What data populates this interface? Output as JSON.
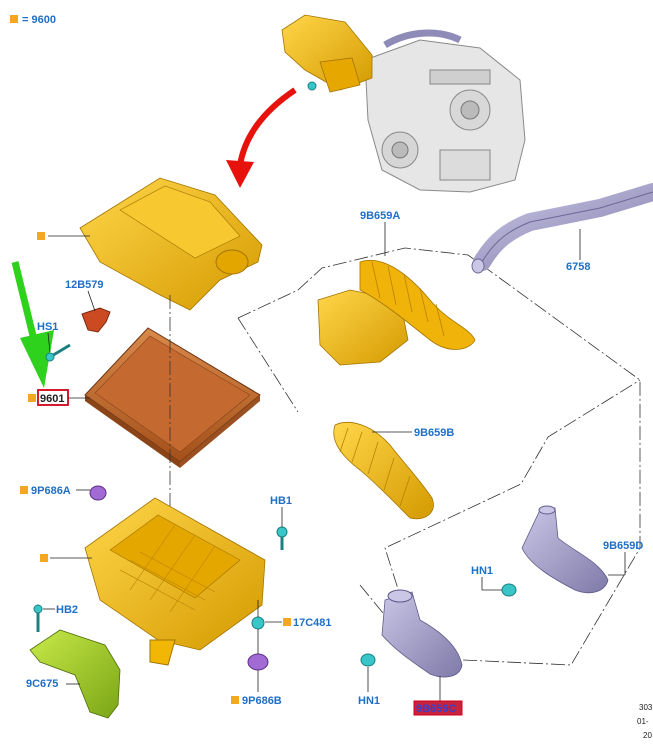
{
  "legend": {
    "marker_color": "#f5a623",
    "text": "= 9600"
  },
  "labels": {
    "p9601": "9601",
    "p12B579": "12B579",
    "pHS1": "HS1",
    "p9P686A": "9P686A",
    "pHB1": "HB1",
    "pHB2": "HB2",
    "p9C675": "9C675",
    "p17C481": "17C481",
    "p9P686B": "9P686B",
    "p9B659A": "9B659A",
    "p6758": "6758",
    "p9B659B": "9B659B",
    "p9B659D": "9B659D",
    "pHN1a": "HN1",
    "pHN1b": "HN1",
    "p9B659C": "9B659C"
  },
  "meta": {
    "line1": "303",
    "line2": "01-",
    "line3": "20"
  },
  "colors": {
    "label_blue": "#1f6fc7",
    "highlight_box": "#d0021b",
    "arrow_red": "#e8120c",
    "arrow_green": "#2ed11c",
    "part_yellow": "#f2b705",
    "part_purple": "#a7a3cc",
    "part_cyan": "#38c6c8",
    "part_green": "#9ccc2c",
    "part_orange": "#c96a2a"
  }
}
